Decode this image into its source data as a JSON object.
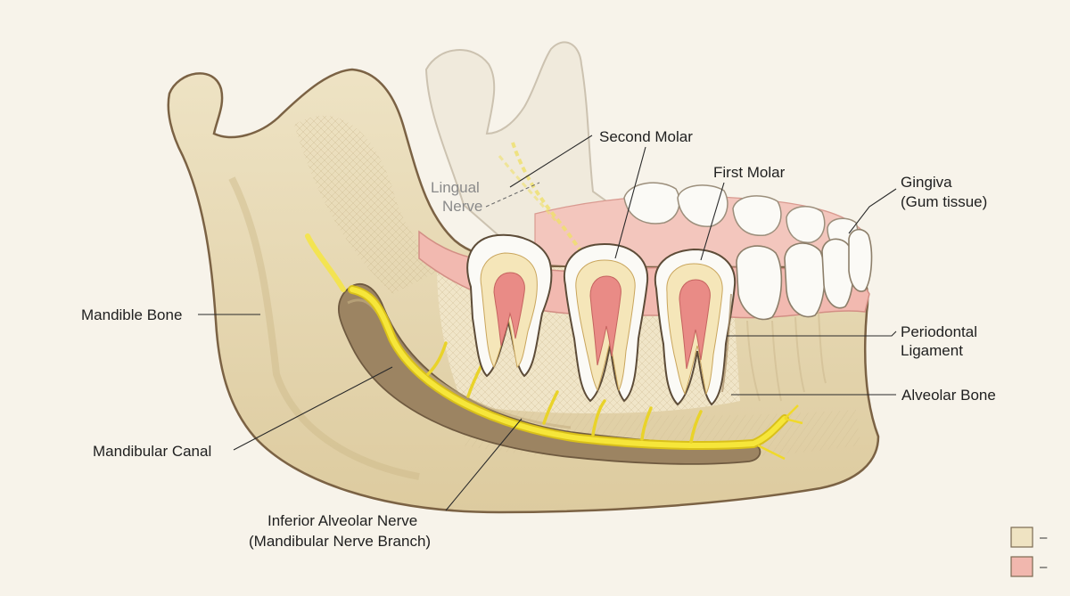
{
  "labels": {
    "second_molar": "Second Molar",
    "first_molar": "First Molar",
    "lingual_nerve_1": "Lingual",
    "lingual_nerve_2": "Nerve",
    "gingiva_1": "Gingiva",
    "gingiva_2": "(Gum tissue)",
    "mandible_bone": "Mandible Bone",
    "periodontal_1": "Periodontal",
    "periodontal_2": "Ligament",
    "alveolar_bone": "Alveolar Bone",
    "mandibular_canal": "Mandibular Canal",
    "ian_1": "Inferior Alveolar Nerve",
    "ian_2": "(Mandibular Nerve Branch)"
  },
  "legend": {
    "items": [
      {
        "swatch": "#efe3c2",
        "text": "–"
      },
      {
        "swatch": "#f1b7ae",
        "text": "–"
      }
    ]
  },
  "colors": {
    "bone": "#e9dcb8",
    "bone_shadow": "#d6c49a",
    "outline": "#7b6244",
    "gum": "#f2b9b0",
    "tooth": "#fbfaf6",
    "pulp": "#e98b86",
    "dentin": "#f5e6b9",
    "nerve": "#f2df2a",
    "canal": "#8a7457"
  }
}
